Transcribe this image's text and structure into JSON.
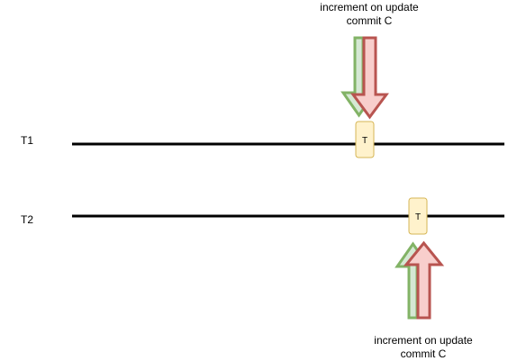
{
  "timelines": [
    {
      "label": "T1",
      "marker_label": "T"
    },
    {
      "label": "T2",
      "marker_label": "T"
    }
  ],
  "annotations": [
    {
      "line1": "increment on update",
      "line2": "commit C",
      "direction": "down",
      "target": "T1"
    },
    {
      "line1": "increment on update",
      "line2": "commit C",
      "direction": "up",
      "target": "T2"
    }
  ],
  "colors": {
    "timeline": "#000000",
    "marker_fill": "#fff2cc",
    "marker_stroke": "#d6b656",
    "arrow_green_fill": "#d5e8d4",
    "arrow_green_stroke": "#82b366",
    "arrow_red_fill": "#f8cecc",
    "arrow_red_stroke": "#b85450"
  }
}
